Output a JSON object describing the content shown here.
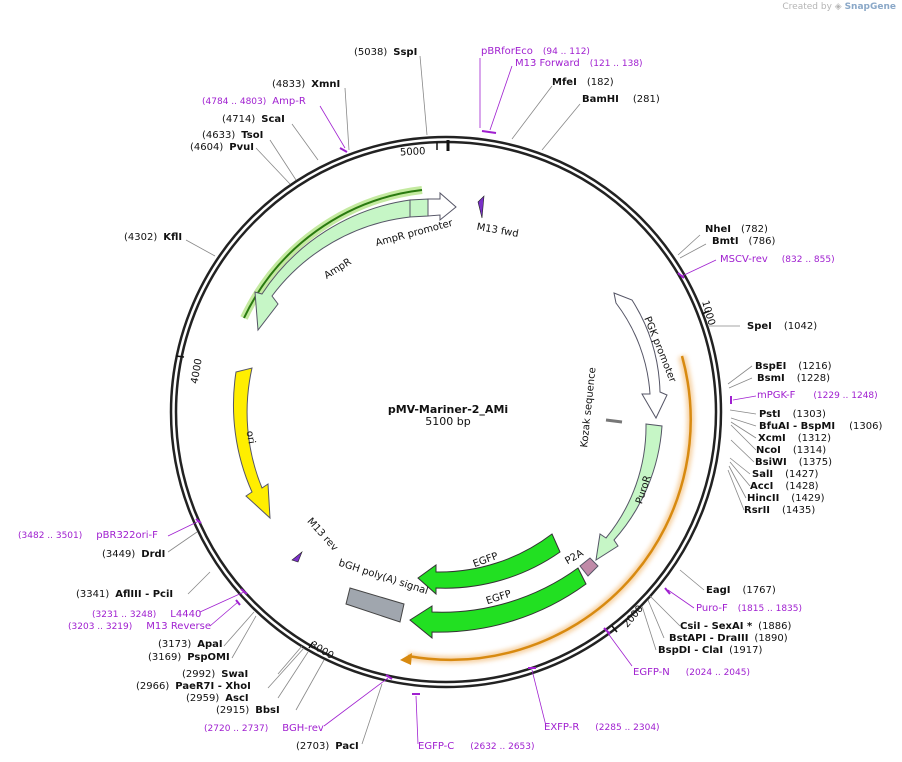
{
  "credit": {
    "prefix": "Created by",
    "brand": "SnapGene"
  },
  "plasmid": {
    "name": "pMV-Mariner-2_AMi",
    "size_label": "5100 bp",
    "length": 5100
  },
  "colors": {
    "primer": "#a020d0",
    "egfp": "#22e022",
    "puro": "#c6f6c6",
    "ori": "#ffee00",
    "ampr": "#c6f6c6",
    "bgh": "#a0a6ae",
    "p2a": "#c08aa8",
    "orf": "#d88a10"
  },
  "ticks": [
    {
      "pos": 1000,
      "label": "1000"
    },
    {
      "pos": 2000,
      "label": "2000"
    },
    {
      "pos": 3000,
      "label": "3000"
    },
    {
      "pos": 4000,
      "label": "4000"
    },
    {
      "pos": 5000,
      "label": "5000"
    }
  ],
  "enzymes_right": [
    {
      "name": "SspI",
      "pos": "(5038)"
    },
    {
      "name": "MfeI",
      "pos": "(182)"
    },
    {
      "name": "BamHI",
      "pos": "(281)"
    },
    {
      "name": "NheI",
      "pos": "(782)"
    },
    {
      "name": "BmtI",
      "pos": "(786)"
    },
    {
      "name": "SpeI",
      "pos": "(1042)"
    },
    {
      "name": "BspEI",
      "pos": "(1216)"
    },
    {
      "name": "BsmI",
      "pos": "(1228)"
    },
    {
      "name": "PstI",
      "pos": "(1303)"
    },
    {
      "name": "BfuAI",
      "extra": " - BspMI",
      "pos": "(1306)"
    },
    {
      "name": "XcmI",
      "pos": "(1312)"
    },
    {
      "name": "NcoI",
      "pos": "(1314)"
    },
    {
      "name": "BsiWI",
      "pos": "(1375)"
    },
    {
      "name": "SalI",
      "pos": "(1427)"
    },
    {
      "name": "AccI",
      "pos": "(1428)"
    },
    {
      "name": "HincII",
      "pos": "(1429)"
    },
    {
      "name": "RsrII",
      "pos": "(1435)"
    },
    {
      "name": "EagI",
      "pos": "(1767)"
    },
    {
      "name": "CsiI",
      "extra": " - SexAI *",
      "pos": "(1886)"
    },
    {
      "name": "BstAPI",
      "extra": " - DraIII",
      "pos": "(1890)"
    },
    {
      "name": "BspDI",
      "extra": " - ClaI",
      "pos": "(1917)"
    }
  ],
  "enzymes_left": [
    {
      "name": "XmnI",
      "pos": "(4833)"
    },
    {
      "name": "ScaI",
      "pos": "(4714)"
    },
    {
      "name": "TsoI",
      "pos": "(4633)"
    },
    {
      "name": "PvuI",
      "pos": "(4604)"
    },
    {
      "name": "KflI",
      "pos": "(4302)"
    },
    {
      "name": "DrdI",
      "pos": "(3449)"
    },
    {
      "name": "AflIII",
      "extra": " - PciI",
      "pos": "(3341)"
    },
    {
      "name": "ApaI",
      "pos": "(3173)"
    },
    {
      "name": "PspOMI",
      "pos": "(3169)"
    },
    {
      "name": "SwaI",
      "pos": "(2992)"
    },
    {
      "name": "PaeR7I",
      "extra": " - XhoI",
      "pos": "(2966)"
    },
    {
      "name": "AscI",
      "pos": "(2959)"
    },
    {
      "name": "BbsI",
      "pos": "(2915)"
    },
    {
      "name": "PacI",
      "pos": "(2703)"
    }
  ],
  "primers": [
    {
      "name": "pBRforEco",
      "range": "(94 .. 112)"
    },
    {
      "name": "M13 Forward",
      "range": "(121 .. 138)"
    },
    {
      "name": "Amp-R",
      "range": "(4784 .. 4803)"
    },
    {
      "name": "MSCV-rev",
      "range": "(832 .. 855)"
    },
    {
      "name": "mPGK-F",
      "range": "(1229 .. 1248)"
    },
    {
      "name": "Puro-F",
      "range": "(1815 .. 1835)"
    },
    {
      "name": "EGFP-N",
      "range": "(2024 .. 2045)"
    },
    {
      "name": "EXFP-R",
      "range": "(2285 .. 2304)"
    },
    {
      "name": "EGFP-C",
      "range": "(2632 .. 2653)"
    },
    {
      "name": "BGH-rev",
      "range": "(2720 .. 2737)"
    },
    {
      "name": "L4440",
      "range": "(3231 .. 3248)"
    },
    {
      "name": "M13 Reverse",
      "range": "(3203 .. 3219)"
    },
    {
      "name": "pBR322ori-F",
      "range": "(3482 .. 3501)"
    }
  ],
  "features": {
    "ampr_promoter": "AmpR promoter",
    "ampr": "AmpR",
    "m13_fwd": "M13 fwd",
    "pgk_promoter": "PGK promoter",
    "kozak": "Kozak sequence",
    "puror": "PuroR",
    "p2a": "P2A",
    "egfp1": "EGFP",
    "egfp2": "EGFP",
    "bgh": "bGH poly(A) signal",
    "m13_rev": "M13 rev",
    "ori": "ori"
  }
}
